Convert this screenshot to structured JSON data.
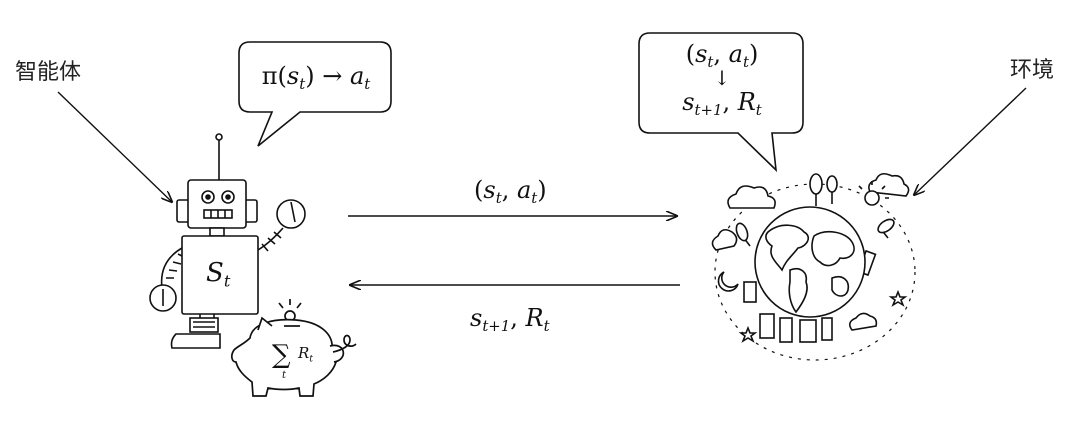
{
  "labels": {
    "agent": "智能体",
    "environment": "环境"
  },
  "math": {
    "s": "s",
    "S": "S",
    "a": "a",
    "R": "R",
    "t": "t",
    "t_plus_1": "t+1",
    "pi": "π",
    "lparen": "(",
    "rparen": ")",
    "comma": ", ",
    "right_arrow": "→",
    "down_arrow": "↓",
    "sum": "∑"
  },
  "icons": {
    "agent": "robot-icon",
    "reward_store": "piggy-bank-icon",
    "environment": "earth-globe-icon"
  },
  "colors": {
    "ink": "#111111",
    "background": "#ffffff"
  }
}
